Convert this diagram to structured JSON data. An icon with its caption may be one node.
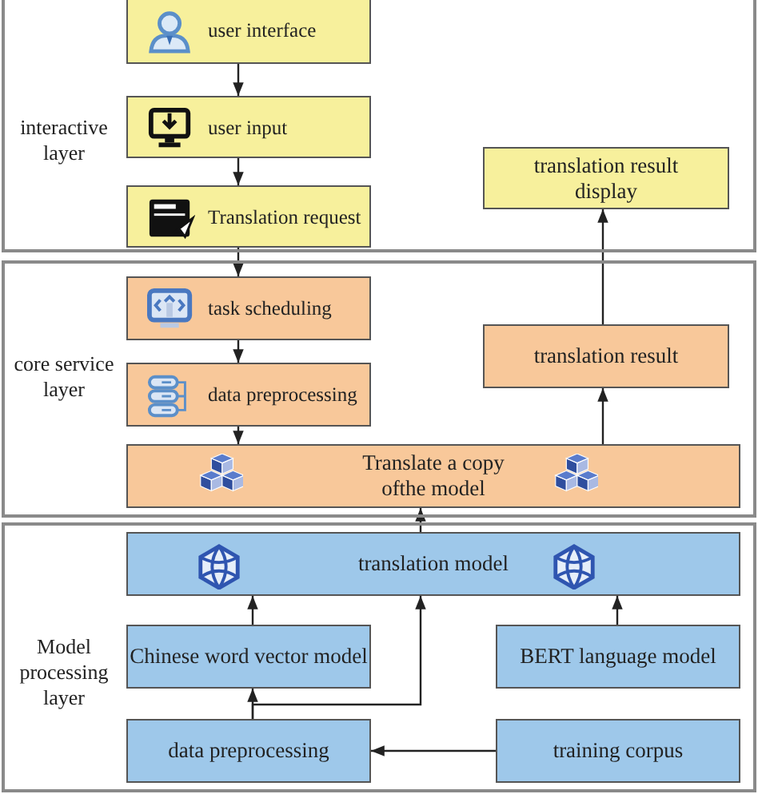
{
  "diagram": {
    "nodes": [
      {
        "text": [
          "interactive layer"
        ]
      },
      {
        "text": [
          "user interface"
        ],
        "in": 0
      },
      {
        "text": [
          "user input"
        ],
        "in": 0
      },
      {
        "text": [
          "Translation request"
        ],
        "in": 0
      },
      {
        "text": [
          "translation result display"
        ],
        "in": 0
      },
      {
        "text": [
          "core service layer"
        ]
      },
      {
        "text": [
          "task scheduling"
        ],
        "in": 5
      },
      {
        "text": [
          "data preprocessing"
        ],
        "in": 5
      },
      {
        "text": [
          "Translate a copy ofthe model"
        ],
        "in": 5
      },
      {
        "text": [
          "translation result"
        ],
        "in": 5
      },
      {
        "text": [
          "Model processing layer"
        ]
      },
      {
        "text": [
          "translation model"
        ],
        "in": 10
      },
      {
        "text": [
          "Chinese word vector model"
        ],
        "in": 10
      },
      {
        "text": [
          "BERT language model"
        ],
        "in": 10
      },
      {
        "text": [
          "data preprocessing"
        ],
        "in": 10
      },
      {
        "text": [
          "training corpus"
        ],
        "in": 10
      }
    ],
    "edges": [
      {
        "from": 1,
        "to": 2,
        "arrow": "to"
      },
      {
        "from": 2,
        "to": 3,
        "arrow": "to"
      },
      {
        "from": 3,
        "to": 6,
        "arrow": "to"
      },
      {
        "from": 6,
        "to": 7,
        "arrow": "to"
      },
      {
        "from": 7,
        "to": 8,
        "arrow": "to"
      },
      {
        "from": 8,
        "to": 9,
        "arrow": "to"
      },
      {
        "from": 9,
        "to": 4,
        "arrow": "to"
      },
      {
        "from": 11,
        "to": 8,
        "arrow": "to"
      },
      {
        "from": 12,
        "to": 11,
        "arrow": "to"
      },
      {
        "from": 13,
        "to": 11,
        "arrow": "to"
      },
      {
        "from": 14,
        "to": 12,
        "arrow": "to"
      },
      {
        "from": 14,
        "to": 11,
        "arrow": "to"
      },
      {
        "from": 15,
        "to": 14,
        "arrow": "to"
      }
    ]
  }
}
